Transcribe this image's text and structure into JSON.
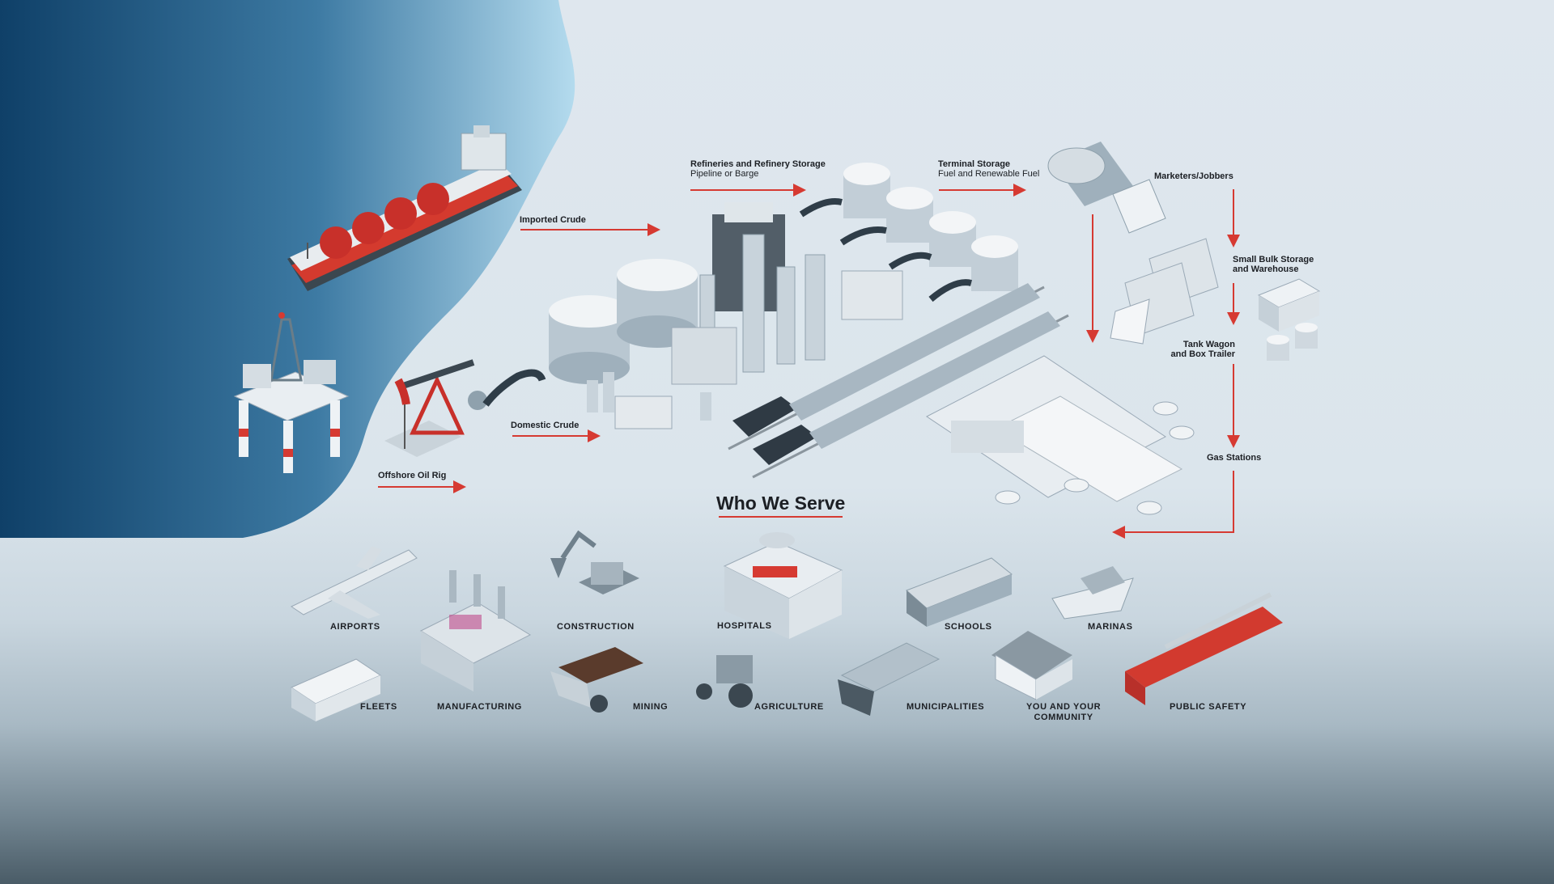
{
  "colors": {
    "ocean_dark": "#0f4068",
    "ocean_light": "#a9d2e8",
    "accent_red": "#d63a32",
    "text": "#1c1f24",
    "structure_gray": "#9aa9b6"
  },
  "supply_chain": {
    "offshore_oil_rig": "Offshore Oil Rig",
    "imported_crude": "Imported Crude",
    "domestic_crude": "Domestic Crude",
    "refineries_title": "Refineries and Refinery Storage",
    "refineries_sub": "Pipeline or Barge",
    "terminal_title": "Terminal Storage",
    "terminal_sub": "Fuel and Renewable Fuel",
    "marketers": "Marketers/Jobbers",
    "small_bulk_line1": "Small Bulk Storage",
    "small_bulk_line2": "and Warehouse",
    "tank_wagon_line1": "Tank Wagon",
    "tank_wagon_line2": "and Box Trailer",
    "gas_stations": "Gas Stations"
  },
  "section_title": "Who We Serve",
  "services": {
    "airports": "AIRPORTS",
    "construction": "CONSTRUCTION",
    "hospitals": "HOSPITALS",
    "schools": "SCHOOLS",
    "marinas": "MARINAS",
    "fleets": "FLEETS",
    "manufacturing": "MANUFACTURING",
    "mining": "MINING",
    "agriculture": "AGRICULTURE",
    "municipalities": "MUNICIPALITIES",
    "community_line1": "YOU AND YOUR",
    "community_line2": "COMMUNITY",
    "public_safety": "PUBLIC SAFETY"
  },
  "icons": {
    "ship": "lng-tanker-ship-icon",
    "rig": "offshore-rig-icon",
    "pumpjack": "oil-pumpjack-icon",
    "refinery": "refinery-icon",
    "tanks": "storage-tanks-icon",
    "train": "tanker-train-icon",
    "tanker_truck": "tanker-truck-icon",
    "gas_station": "gas-station-icon",
    "warehouse": "warehouse-icon"
  }
}
